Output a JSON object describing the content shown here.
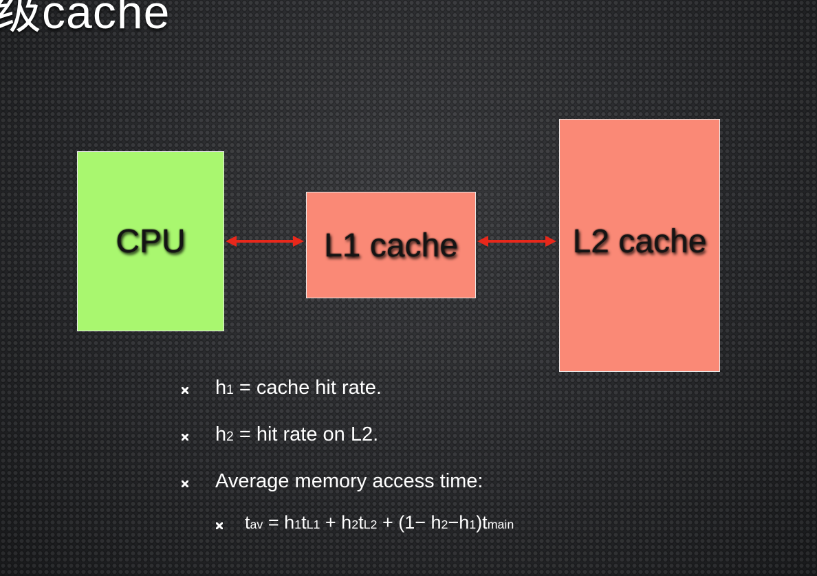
{
  "slide": {
    "title": "级cache"
  },
  "diagram": {
    "cpu_label": "CPU",
    "l1_label": "L1 cache",
    "l2_label": "L2 cache",
    "colors": {
      "cpu": "#a9f76f",
      "cache": "#fa8976",
      "arrow": "#e8281b"
    }
  },
  "bullets": {
    "b1": {
      "var": "h",
      "sub": "1",
      "rest": " = cache hit rate."
    },
    "b2": {
      "var": "h",
      "sub": "2",
      "rest": " = hit rate on L2."
    },
    "b3": {
      "text": "Average memory access time:"
    },
    "b4": {
      "t": "t",
      "t_sub": "av",
      "eq": " = h",
      "h1_sub": "1",
      "t2": "t",
      "tl1_sub": "L1",
      "plus1": " + h",
      "h2_sub": "2",
      "t3": "t",
      "tl2_sub": "L2",
      "paren": " + (1− h",
      "h2b_sub": "2",
      "minus": "−h",
      "h1b_sub": "1",
      "close": ")t",
      "main_sub": "main"
    }
  }
}
